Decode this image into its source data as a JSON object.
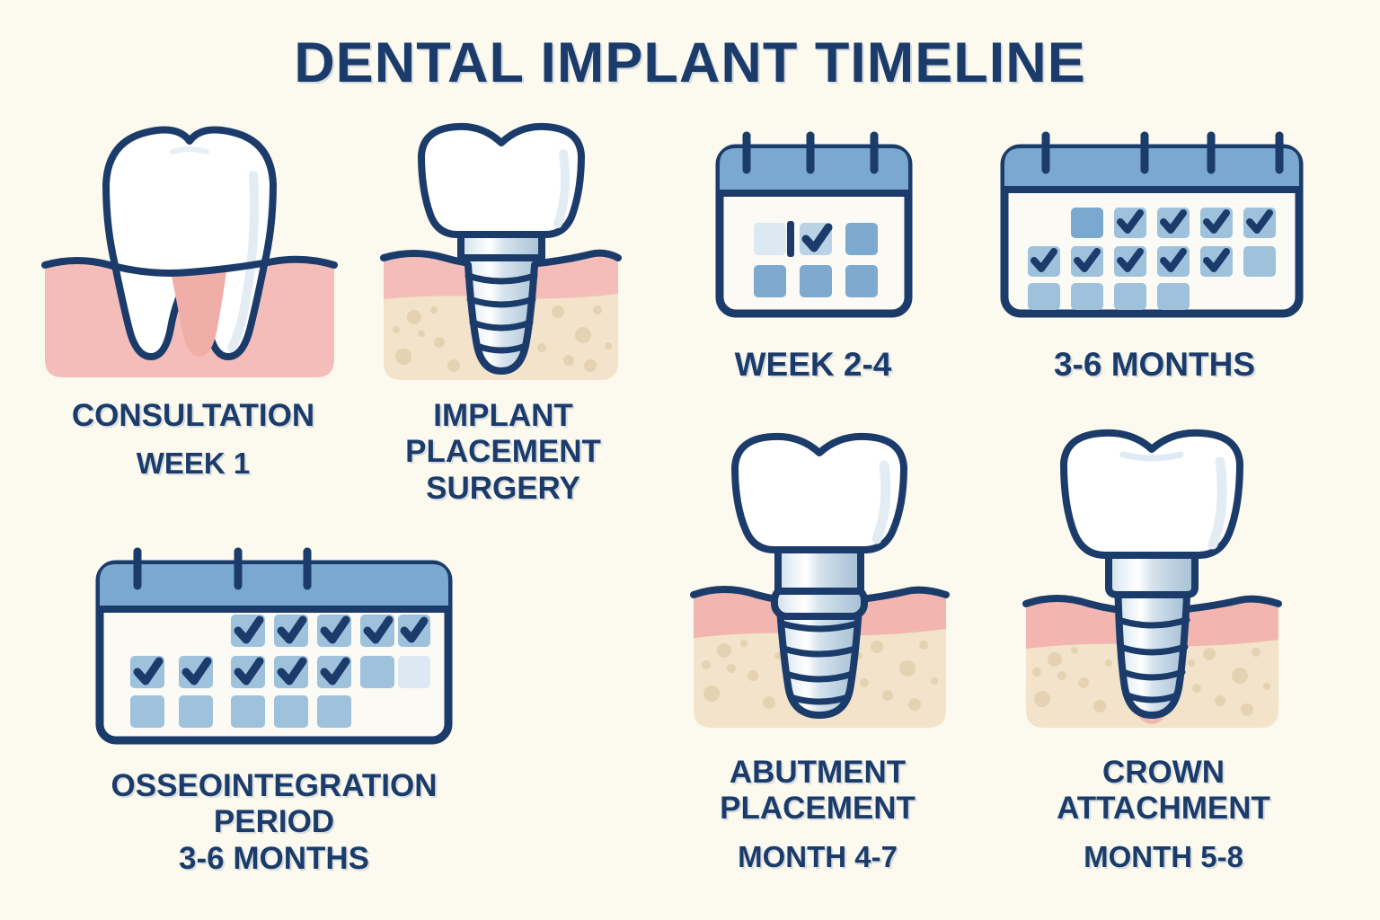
{
  "title": "DENTAL IMPLANT TIMELINE",
  "colors": {
    "background": "#FCF9EE",
    "navy": "#1B3C6B",
    "gum_pink": "#F5BDB9",
    "bone_beige": "#F3E3CA",
    "bone_dot": "#E4D2B2",
    "calendar_header_blue": "#7AA8CE",
    "calendar_cell_blue": "#7FAAD0",
    "calendar_cell_light": "#DCE8F2",
    "calendar_body": "#FBFAF4",
    "metal_light": "#E8EFF5",
    "metal_mid": "#C3D4E2",
    "metal_dark": "#A8C0D4",
    "tooth_white": "#FFFFFF"
  },
  "steps": [
    {
      "id": "consultation",
      "icon": "molar-tooth-in-gum",
      "label_lines": [
        "CONSULTATION"
      ],
      "time": "WEEK 1"
    },
    {
      "id": "implant-placement-surgery",
      "icon": "implant-screw-in-bone",
      "label_lines": [
        "IMPLANT",
        "PLACEMENT",
        "SURGERY"
      ],
      "time": ""
    },
    {
      "id": "healing-week-2-4",
      "icon": "calendar-small",
      "label_lines": [],
      "time": "WEEK 2-4"
    },
    {
      "id": "healing-3-6-months",
      "icon": "calendar-wide",
      "label_lines": [],
      "time": "3-6 MONTHS"
    },
    {
      "id": "osseointegration-period",
      "icon": "calendar-large",
      "label_lines": [
        "OSSEOINTEGRATION",
        "PERIOD"
      ],
      "time": "3-6 MONTHS"
    },
    {
      "id": "abutment-placement",
      "icon": "implant-with-abutment",
      "label_lines": [
        "ABUTMENT",
        "PLACEMENT"
      ],
      "time": "MONTH 4-7"
    },
    {
      "id": "crown-attachment",
      "icon": "implant-with-crown",
      "label_lines": [
        "CROWN",
        "ATTACHMENT"
      ],
      "time": "MONTH 5-8"
    }
  ],
  "calendars": {
    "small": {
      "rings": 3,
      "rows": 2,
      "cols": 3,
      "cells": [
        [
          "light-bar",
          "light-check",
          "filled"
        ],
        [
          "filled",
          "filled",
          "filled"
        ]
      ]
    },
    "wide": {
      "rings": 4,
      "rows": 3,
      "cols": 6,
      "cells": [
        [
          "empty",
          "filled-dark",
          "check",
          "check",
          "check",
          "check"
        ],
        [
          "check",
          "check",
          "check",
          "check",
          "check",
          "filled"
        ],
        [
          "filled",
          "filled",
          "filled",
          "filled",
          "empty",
          "empty"
        ]
      ]
    },
    "large": {
      "rings": 3,
      "rows": 3,
      "cols": 7,
      "cells": [
        [
          "empty",
          "empty",
          "check",
          "check",
          "check",
          "check",
          "check"
        ],
        [
          "check",
          "check",
          "check",
          "check",
          "check",
          "filled",
          "light"
        ],
        [
          "filled",
          "filled",
          "filled",
          "filled",
          "filled",
          "empty",
          "empty"
        ]
      ]
    }
  }
}
